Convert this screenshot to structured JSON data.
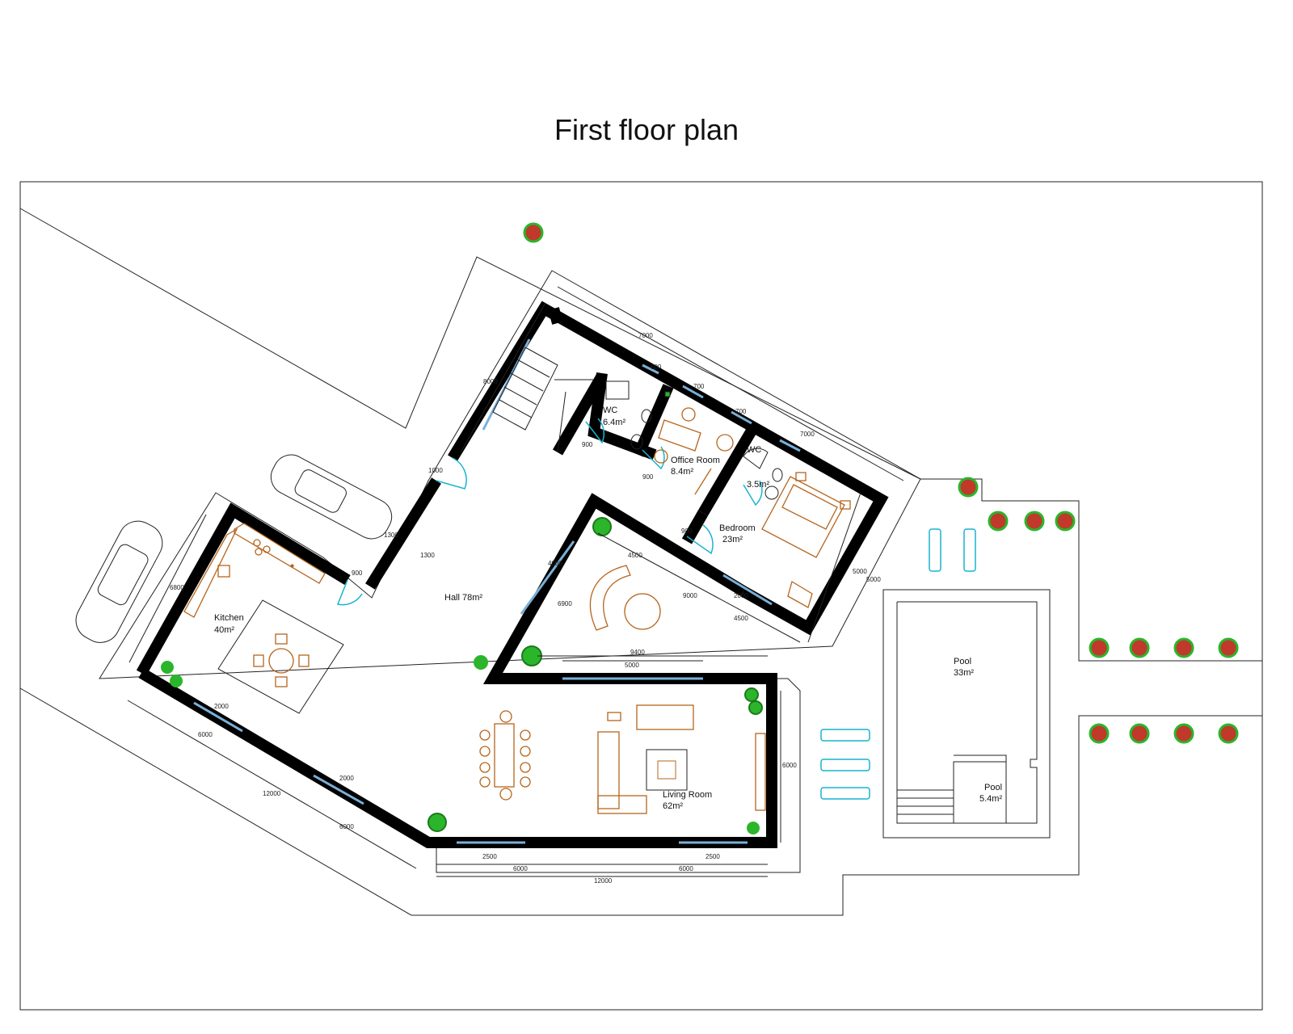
{
  "title": "First floor plan",
  "rooms": {
    "wc1": {
      "name": "WC",
      "area": "6.4m²"
    },
    "office": {
      "name": "Office Room",
      "area": "8.4m²"
    },
    "wc2": {
      "name": "WC",
      "area": "3.5m²"
    },
    "bedroom": {
      "name": "Bedroom",
      "area": "23m²"
    },
    "hall": {
      "name": "Hall 78m²"
    },
    "kitchen": {
      "name": "Kitchen",
      "area": "40m²"
    },
    "living": {
      "name": "Living Room",
      "area": "62m²"
    },
    "pool": {
      "name": "Pool",
      "area": "33m²"
    },
    "pool_small": {
      "name": "Pool",
      "area": "5.4m²"
    }
  },
  "dimensions": {
    "d7000a": "7000",
    "d7000b": "7000",
    "d8000": "8000",
    "d5000a": "5000",
    "d1000": "1000",
    "d1300a": "1300",
    "d1300b": "1300",
    "d900a": "900",
    "d900b": "900",
    "d900c": "900",
    "d900d": "900",
    "d700a": "700",
    "d700b": "700",
    "d600": "600",
    "d6800": "6800",
    "d2000a": "2000",
    "d2000b": "2000",
    "d2000c": "2000",
    "d6000a": "6000",
    "d6000b": "6000",
    "d6000c": "6000",
    "d6000d": "6000",
    "d6000e": "6000",
    "d12000a": "12000",
    "d12000b": "12000",
    "d2500a": "2500",
    "d2500b": "2500",
    "d9400": "9400",
    "d5000b": "5000",
    "d4500a": "4500",
    "d4500b": "4500",
    "d9000": "9000",
    "d4000": "4000",
    "d6900": "6900",
    "d5000c": "5000"
  },
  "colors": {
    "wall": "#000000",
    "furniture": "#b5651d",
    "pool_furniture": "#18b4d0",
    "plant": "#2bb52b",
    "tree": "#c0392b"
  }
}
